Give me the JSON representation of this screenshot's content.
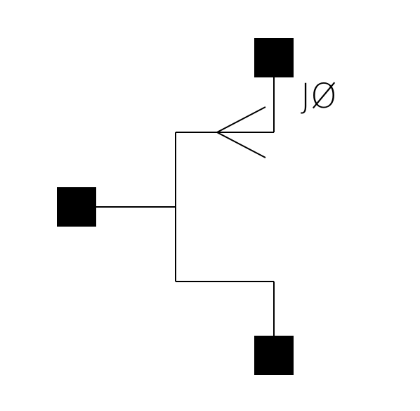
{
  "component": {
    "type": "schematic-transistor-symbol",
    "reference_label": "JØ",
    "pin_count": 3,
    "line_color": "#000000",
    "background_color": "#ffffff"
  }
}
